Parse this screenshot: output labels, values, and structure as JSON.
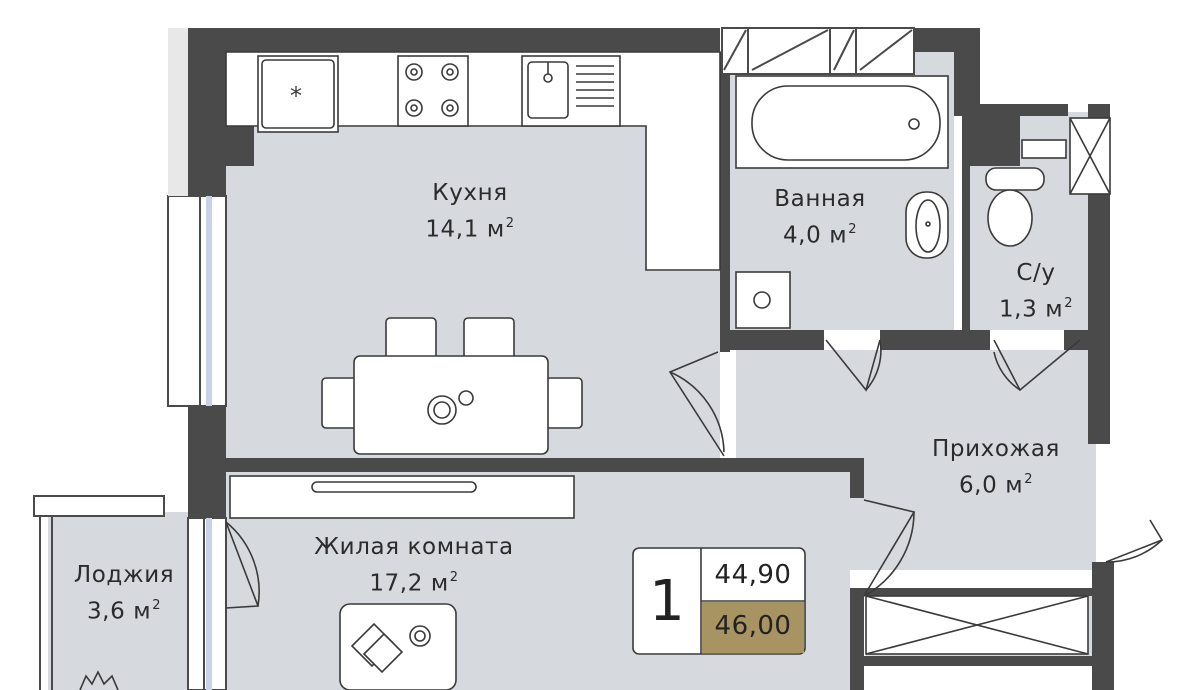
{
  "rooms": {
    "kitchen": {
      "name": "Кухня",
      "area": "14,1 м"
    },
    "bathroom": {
      "name": "Ванная",
      "area": "4,0 м"
    },
    "wc": {
      "name": "С/у",
      "area": "1,3 м"
    },
    "hallway": {
      "name": "Прихожая",
      "area": "6,0 м"
    },
    "living": {
      "name": "Жилая комната",
      "area": "17,2 м"
    },
    "loggia": {
      "name": "Лоджия",
      "area": "3,6 м"
    }
  },
  "area_unit_sup": "2",
  "summary": {
    "rooms_count": "1",
    "total_area": "44,90",
    "total_with_loggia": "46,00"
  },
  "colors": {
    "wall": "#4a4a4a",
    "floor": "#d6dadf",
    "highlight": "#a89463",
    "window": "#c9d3e6"
  }
}
